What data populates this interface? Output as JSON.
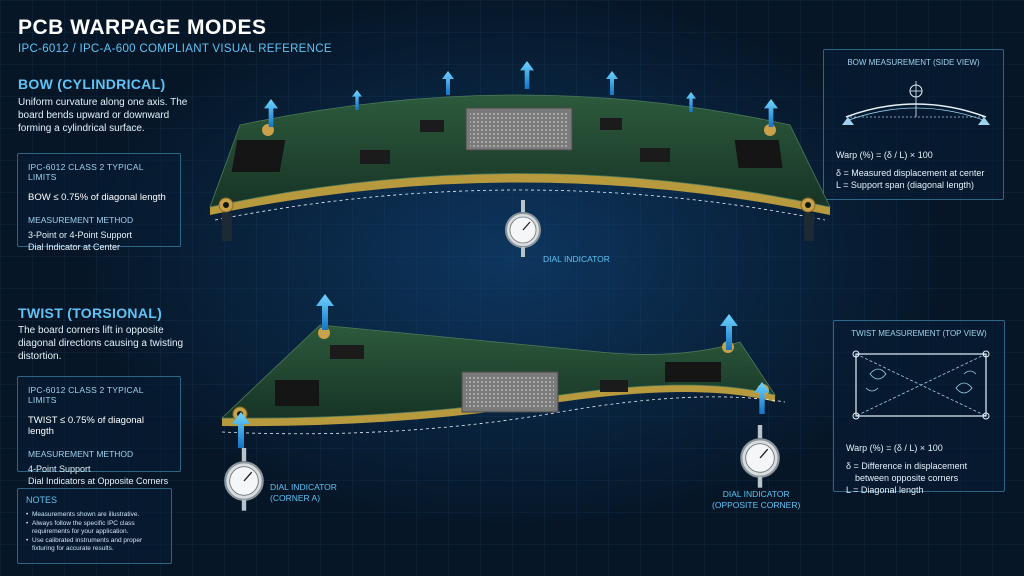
{
  "header": {
    "title": "PCB WARPAGE MODES",
    "subtitle": "IPC-6012 / IPC-A-600 COMPLIANT VISUAL REFERENCE"
  },
  "bow": {
    "heading": "BOW (CYLINDRICAL)",
    "description": "Uniform curvature along one axis. The board bends upward or downward forming a cylindrical surface.",
    "limits": {
      "heading": "IPC-6012 CLASS 2 TYPICAL LIMITS",
      "value": "BOW ≤ 0.75% of diagonal length",
      "method_heading": "MEASUREMENT METHOD",
      "method_line1": "3-Point or 4-Point Support",
      "method_line2": "Dial Indicator at Center"
    },
    "measurement": {
      "heading": "BOW MEASUREMENT (SIDE VIEW)",
      "formula": "Warp (%) = (δ / L) × 100",
      "def1": "δ = Measured displacement at center",
      "def2": "L = Support span (diagonal length)"
    },
    "dial_label": "DIAL INDICATOR"
  },
  "twist": {
    "heading": "TWIST (TORSIONAL)",
    "description": "The board corners lift in opposite diagonal directions causing a twisting distortion.",
    "limits": {
      "heading": "IPC-6012 CLASS 2 TYPICAL LIMITS",
      "value": "TWIST ≤ 0.75% of diagonal length",
      "method_heading": "MEASUREMENT METHOD",
      "method_line1": "4-Point Support",
      "method_line2": "Dial Indicators at Opposite Corners"
    },
    "measurement": {
      "heading": "TWIST MEASUREMENT (TOP VIEW)",
      "formula": "Warp (%) = (δ / L) × 100",
      "def1": "δ = Difference in displacement",
      "def1b": "between opposite corners",
      "def2": "L = Diagonal length"
    },
    "dial_a_label1": "DIAL INDICATOR",
    "dial_a_label2": "(CORNER A)",
    "dial_b_label1": "DIAL INDICATOR",
    "dial_b_label2": "(OPPOSITE CORNER)"
  },
  "notes": {
    "heading": "NOTES",
    "items": [
      "Measurements shown are illustrative.",
      "Always follow the specific IPC class requirements for your application.",
      "Use calibrated instruments and proper fixturing for accurate results."
    ]
  },
  "colors": {
    "accent": "#5fc3f5",
    "board": "#1f3b2b",
    "arrow": "#2aa8f2",
    "background": "#061627"
  },
  "icons": [
    "up-arrow-icon",
    "dial-indicator-icon"
  ]
}
